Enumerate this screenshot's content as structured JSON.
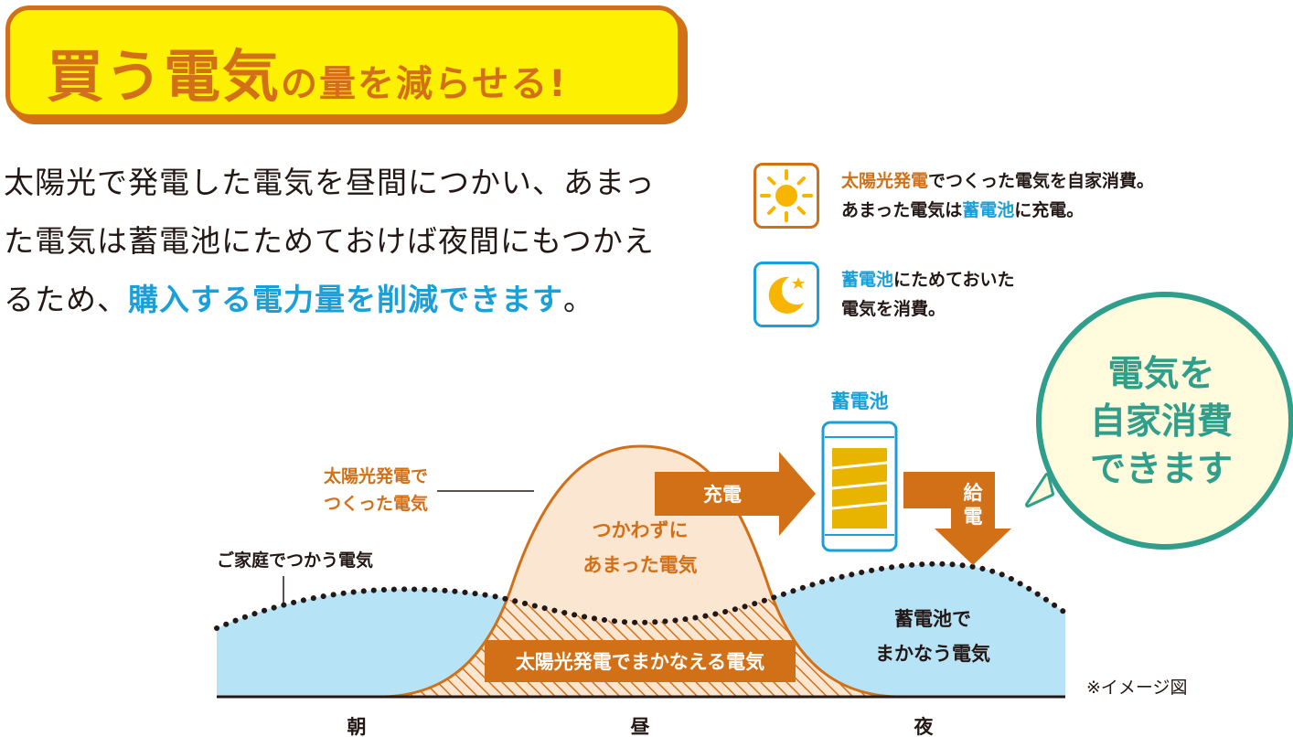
{
  "title": {
    "part1": "買う電気",
    "part2": "の量を減らせる",
    "exclaim": "!"
  },
  "intro": {
    "text_plain": "太陽光で発電した電気を昼間につかい、あまった電気は蓄電池にためておけば夜間にもつかえるため、",
    "text_highlight": "購入する電力量を削減できます",
    "text_end": "。"
  },
  "legend": {
    "sun": {
      "icon": "sun-icon",
      "line1_highlight": "太陽光発電",
      "line1_rest": "でつくった電気を自家消費。",
      "line2_plain": "あまった電気は",
      "line2_highlight": "蓄電池",
      "line2_rest": "に充電。"
    },
    "moon": {
      "icon": "moon-icon",
      "line1_highlight": "蓄電池",
      "line1_rest": "にためておいた",
      "line2_plain": "電気を消費。"
    }
  },
  "bubble": {
    "line1": "電気を",
    "line2": "自家消費",
    "line3": "できます"
  },
  "diagram": {
    "solar_label_line1": "太陽光発電で",
    "solar_label_line2": "つくった電気",
    "home_label": "ご家庭でつかう電気",
    "surplus_line1": "つかわずに",
    "surplus_line2": "あまった電気",
    "covered_label": "太陽光発電でまかなえる電気",
    "battery_cover_line1": "蓄電池で",
    "battery_cover_line2": "まかなう電気",
    "battery_label": "蓄電池",
    "charge_label": "充電",
    "supply_char1": "給",
    "supply_char2": "電",
    "note": "※イメージ図",
    "axis": [
      "朝",
      "昼",
      "夜"
    ]
  },
  "colors": {
    "orange": "#d27017",
    "yellow": "#fdf000",
    "blue": "#1a9fd8",
    "light_blue": "#b6e3f6",
    "peach": "#fbe6d2",
    "teal": "#2f9e8a",
    "cream": "#fffbdc",
    "battery_fill": "#e8b400"
  }
}
